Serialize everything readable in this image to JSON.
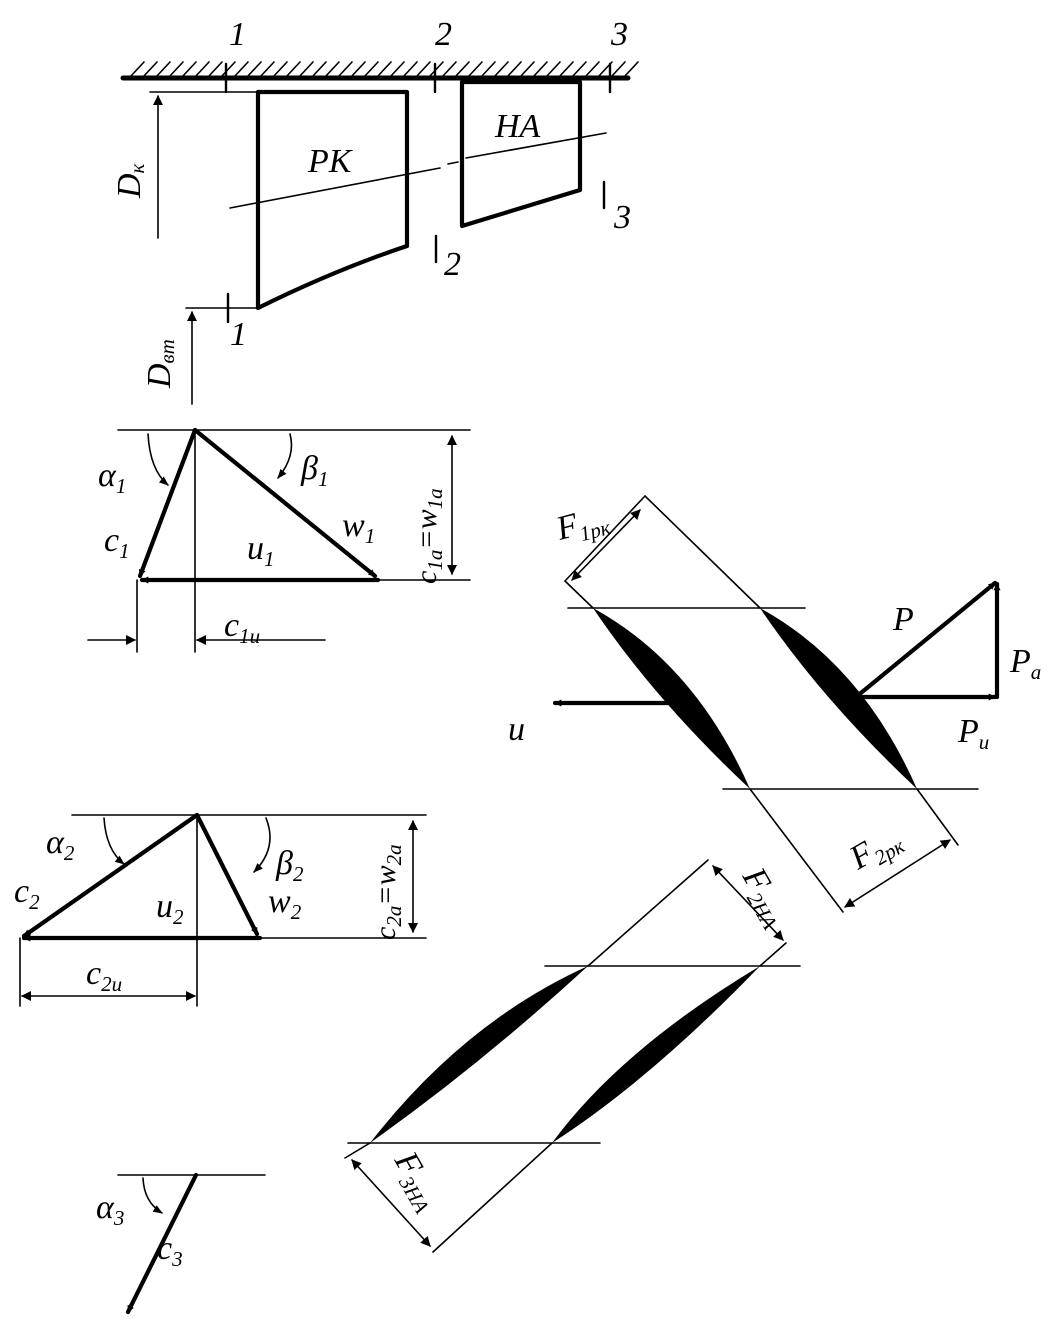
{
  "stations": [
    "1",
    "2",
    "3"
  ],
  "section": {
    "rotor": "РК",
    "stator": "НА",
    "d_tip": "D",
    "d_tip_sub": "к",
    "d_hub": "D",
    "d_hub_sub": "вт",
    "hub_station_1": "1",
    "exit_station_2": "2",
    "exit_station_3": "3"
  },
  "triangle_1": {
    "alpha": "α",
    "alpha_sub": "1",
    "beta": "β",
    "beta_sub": "1",
    "c": "c",
    "c_sub": "1",
    "w": "w",
    "w_sub": "1",
    "u": "u",
    "u_sub": "1",
    "axial": "c",
    "axial_sub": "1a",
    "axial_eq": "=w",
    "axial_eq_sub": "1a",
    "cu": "c",
    "cu_sub": "1u"
  },
  "triangle_2": {
    "alpha": "α",
    "alpha_sub": "2",
    "beta": "β",
    "beta_sub": "2",
    "c": "c",
    "c_sub": "2",
    "w": "w",
    "w_sub": "2",
    "u": "u",
    "u_sub": "2",
    "axial": "c",
    "axial_sub": "2a",
    "axial_eq": "=w",
    "axial_eq_sub": "2a",
    "cu": "c",
    "cu_sub": "2u"
  },
  "triangle_3": {
    "alpha": "α",
    "alpha_sub": "3",
    "c": "c",
    "c_sub": "3"
  },
  "rotor_cascade": {
    "f_in": "F",
    "f_in_sub": "1рк",
    "f_out": "F",
    "f_out_sub": "2рк",
    "u": "u",
    "p": "P",
    "pa": "P",
    "pa_sub": "a",
    "pu": "P",
    "pu_sub": "u"
  },
  "stator_cascade": {
    "f_in": "F",
    "f_in_sub": "2НА",
    "f_out": "F",
    "f_out_sub": "3НА"
  }
}
